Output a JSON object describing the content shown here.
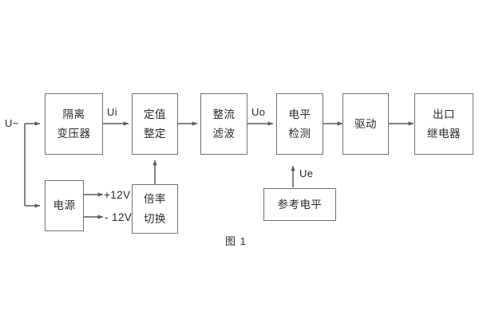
{
  "diagram": {
    "caption": "图 1",
    "input_label": "U~",
    "blocks": [
      {
        "id": "isolation-transformer",
        "lines": [
          "隔离",
          "变压器"
        ]
      },
      {
        "id": "setting-value",
        "lines": [
          "定值",
          "整定"
        ]
      },
      {
        "id": "rectify-filter",
        "lines": [
          "整流",
          "滤波"
        ]
      },
      {
        "id": "level-detection",
        "lines": [
          "电平",
          "检测"
        ]
      },
      {
        "id": "drive",
        "lines": [
          "驱动"
        ]
      },
      {
        "id": "output-relay",
        "lines": [
          "出口",
          "继电器"
        ]
      },
      {
        "id": "power-supply",
        "lines": [
          "电源"
        ]
      },
      {
        "id": "multiplier-switch",
        "lines": [
          "倍率",
          "切换"
        ]
      },
      {
        "id": "reference-level",
        "lines": [
          "参考电平"
        ]
      }
    ],
    "signals": [
      {
        "id": "ui",
        "label": "Ui"
      },
      {
        "id": "uo",
        "label": "Uo"
      },
      {
        "id": "ue",
        "label": "Ue"
      }
    ],
    "rails": [
      {
        "id": "positive-12v",
        "label": "+12V"
      },
      {
        "id": "negative-12v",
        "label": "- 12V"
      }
    ],
    "colors": {
      "border": "#737373",
      "text": "#2b2b2b",
      "wire": "#5a5a5a",
      "background": "#ffffff"
    }
  }
}
